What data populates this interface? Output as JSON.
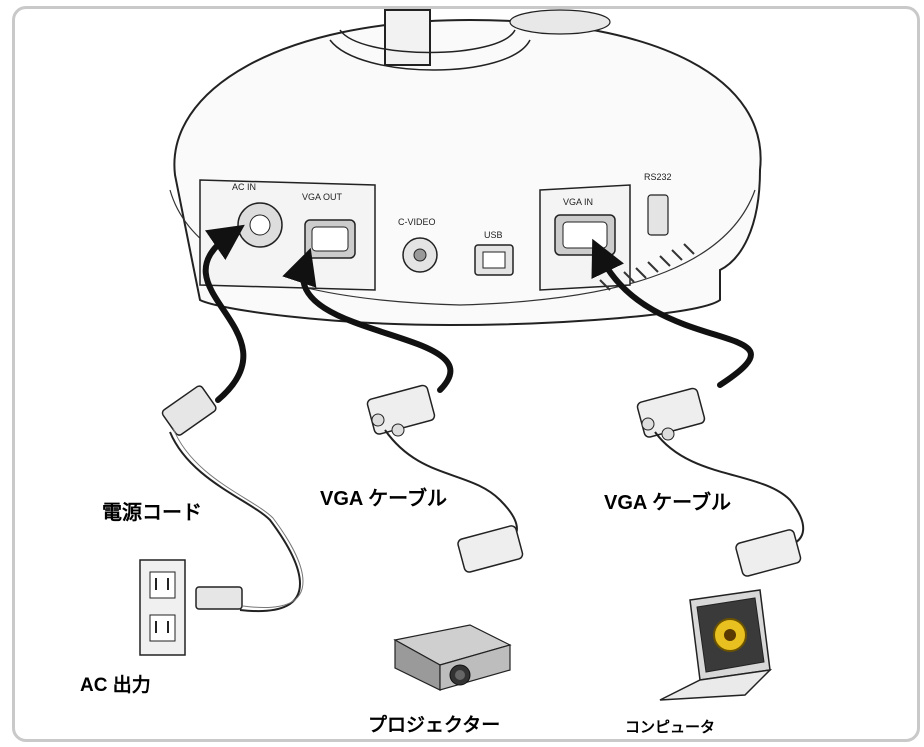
{
  "ports": {
    "ac_in": "AC IN",
    "vga_out": "VGA OUT",
    "c_video": "C-VIDEO",
    "usb": "USB",
    "vga_in": "VGA IN",
    "rs232": "RS232"
  },
  "labels": {
    "power_cord": "電源コード",
    "ac_outlet": "AC 出力",
    "vga_cable_1": "VGA ケーブル",
    "vga_cable_2": "VGA ケーブル",
    "projector": "プロジェクター",
    "computer": "コンピュータ"
  },
  "icons": [
    "document-camera-base",
    "power-plug-icon",
    "wall-outlet-icon",
    "vga-connector-icon",
    "projector-icon",
    "laptop-icon",
    "arrow-icon"
  ]
}
